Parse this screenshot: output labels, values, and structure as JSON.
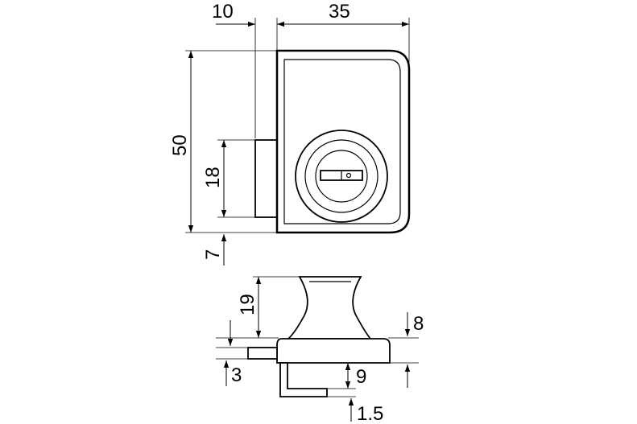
{
  "drawing": {
    "colors": {
      "ink": "#000000",
      "background": "#ffffff"
    },
    "front_view": {
      "dims": {
        "offset_10": "10",
        "width_35": "35",
        "height_50": "50",
        "plate_18": "18",
        "bottom_7": "7"
      }
    },
    "side_view": {
      "dims": {
        "knob_19": "19",
        "flange_8": "8",
        "pin_3": "3",
        "gap_9": "9",
        "lip_1_5": "1.5"
      }
    }
  }
}
